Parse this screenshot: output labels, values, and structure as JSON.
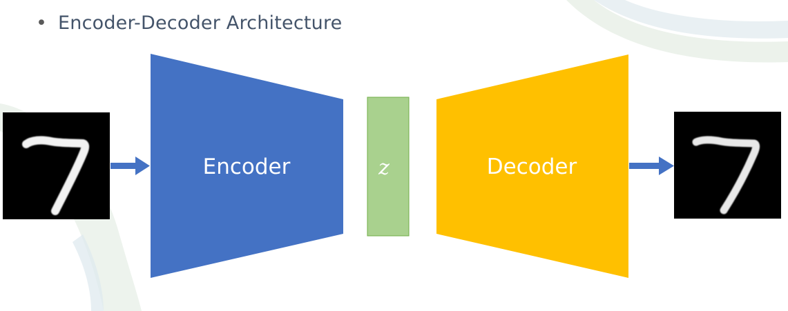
{
  "slide": {
    "bullet_symbol": "•",
    "bullet_text": "Encoder-Decoder Architecture"
  },
  "diagram": {
    "encoder_label": "Encoder",
    "latent_label": "z",
    "decoder_label": "Decoder",
    "input_image_digit": "7",
    "output_image_digit": "7",
    "colors": {
      "encoder": "#4472c4",
      "latent": "#a9d18e",
      "decoder": "#ffc000",
      "arrow": "#4472c4",
      "image_bg": "#000000"
    }
  }
}
